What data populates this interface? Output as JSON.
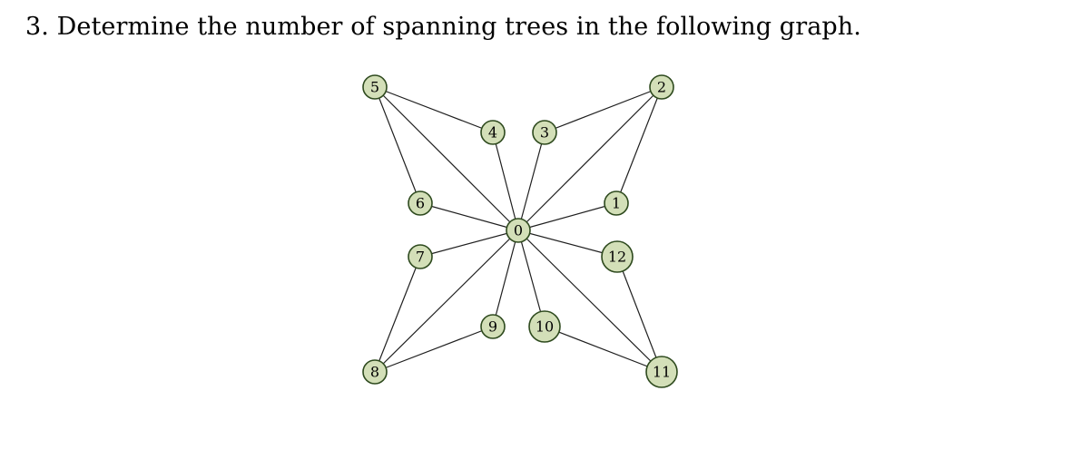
{
  "problem": {
    "number": "3.",
    "text": "Determine the number of spanning trees in the following graph."
  },
  "graph": {
    "node_fill": "#d3dfb8",
    "node_stroke": "#2e4a1e",
    "edge_color": "#1f1f1f",
    "nodes": [
      {
        "id": "0",
        "label": "0"
      },
      {
        "id": "1",
        "label": "1"
      },
      {
        "id": "2",
        "label": "2"
      },
      {
        "id": "3",
        "label": "3"
      },
      {
        "id": "4",
        "label": "4"
      },
      {
        "id": "5",
        "label": "5"
      },
      {
        "id": "6",
        "label": "6"
      },
      {
        "id": "7",
        "label": "7"
      },
      {
        "id": "8",
        "label": "8"
      },
      {
        "id": "9",
        "label": "9"
      },
      {
        "id": "10",
        "label": "10"
      },
      {
        "id": "11",
        "label": "11"
      },
      {
        "id": "12",
        "label": "12"
      }
    ],
    "edges": [
      [
        "5",
        "4"
      ],
      [
        "5",
        "6"
      ],
      [
        "5",
        "0"
      ],
      [
        "2",
        "3"
      ],
      [
        "2",
        "1"
      ],
      [
        "2",
        "0"
      ],
      [
        "8",
        "7"
      ],
      [
        "8",
        "9"
      ],
      [
        "8",
        "0"
      ],
      [
        "11",
        "10"
      ],
      [
        "11",
        "12"
      ],
      [
        "11",
        "0"
      ],
      [
        "0",
        "1"
      ],
      [
        "0",
        "3"
      ],
      [
        "0",
        "4"
      ],
      [
        "0",
        "6"
      ],
      [
        "0",
        "7"
      ],
      [
        "0",
        "9"
      ],
      [
        "0",
        "10"
      ],
      [
        "0",
        "12"
      ]
    ]
  }
}
